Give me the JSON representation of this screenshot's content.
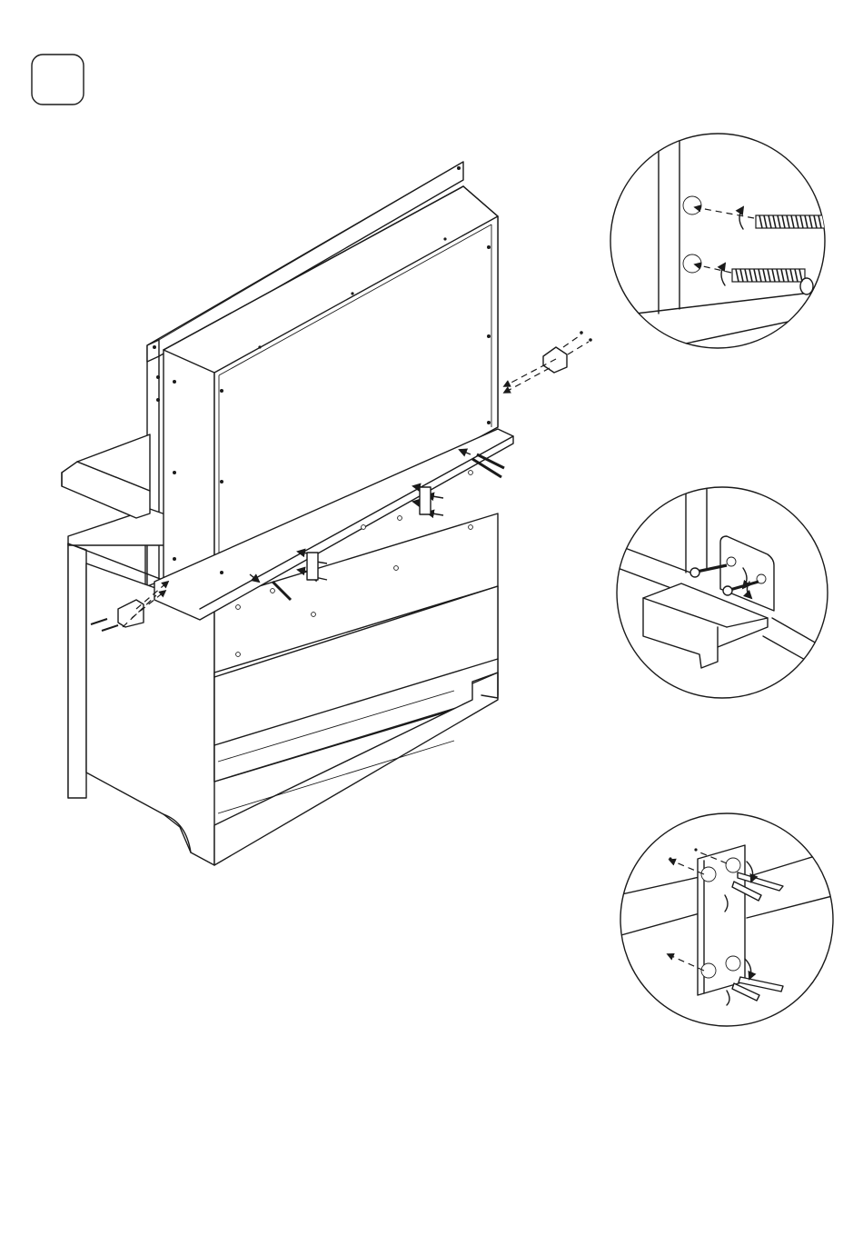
{
  "step": {
    "number": ""
  },
  "details": [
    {
      "name": "dowel-screw-detail"
    },
    {
      "name": "bracket-screw-detail"
    },
    {
      "name": "plate-screw-detail"
    }
  ],
  "colors": {
    "line": "#1a1a1a",
    "background": "#ffffff"
  }
}
